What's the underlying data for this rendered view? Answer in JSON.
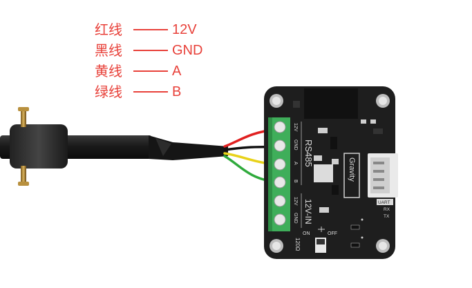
{
  "legend": [
    {
      "color_cn": "红线",
      "signal": "12V"
    },
    {
      "color_cn": "黑线",
      "signal": "GND"
    },
    {
      "color_cn": "黄线",
      "signal": "A"
    },
    {
      "color_cn": "绿线",
      "signal": "B"
    }
  ],
  "board": {
    "terminal_labels": [
      "12V",
      "GND",
      "A",
      "B",
      "12V",
      "GND"
    ],
    "rs485_label": "RS485",
    "power_label": "12V-IN",
    "brand_label": "Gravity",
    "uart_label": "UART",
    "rx_label": "RX",
    "tx_label": "TX",
    "switch_on_label": "ON",
    "switch_off_label": "OFF",
    "termination_label": "120Ω"
  },
  "colors": {
    "legend_text": "#e8413a",
    "pcb": "#1e1e1e",
    "terminal": "#3fae5a",
    "wire_red": "#e02020",
    "wire_black": "#111111",
    "wire_yellow": "#e8d21a",
    "wire_green": "#2faa3c",
    "cable": "#1a1a1a"
  }
}
